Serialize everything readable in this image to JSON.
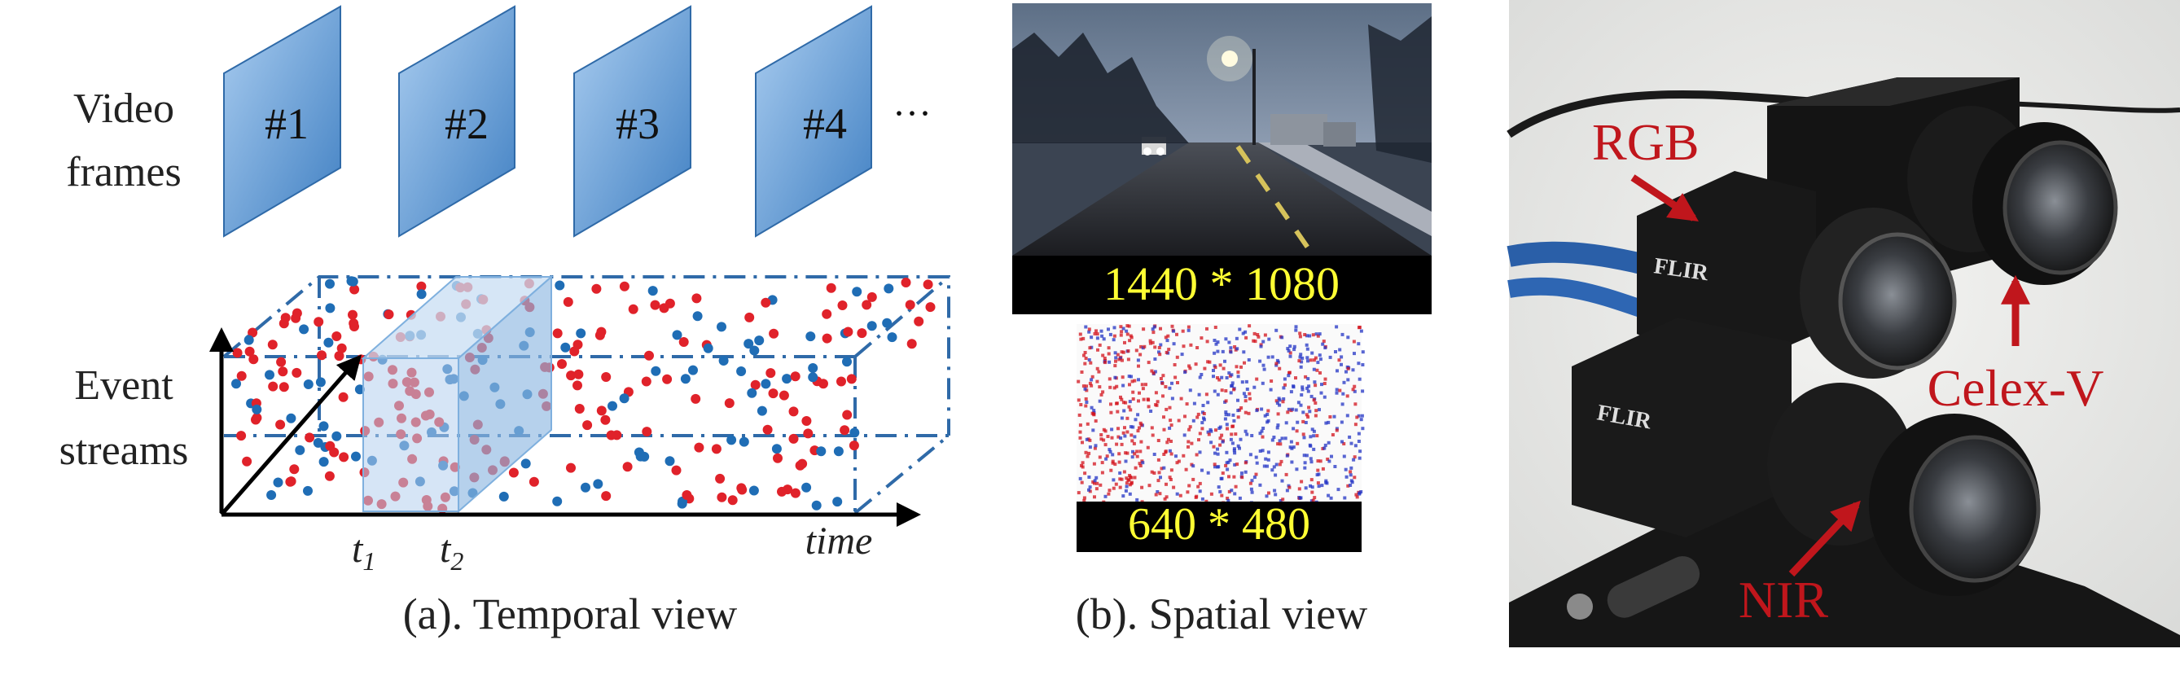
{
  "panel_a": {
    "row_label_video": [
      "Video",
      "frames"
    ],
    "frames": [
      "#1",
      "#2",
      "#3",
      "#4"
    ],
    "ellipsis": "···",
    "row_label_event": [
      "Event",
      "streams"
    ],
    "t1": {
      "base": "t",
      "sub": "1"
    },
    "t2": {
      "base": "t",
      "sub": "2"
    },
    "time_label": "time",
    "caption": "(a). Temporal view"
  },
  "panel_b": {
    "rgb_resolution": "1440 * 1080",
    "event_resolution": "640 * 480",
    "caption": "(b). Spatial view"
  },
  "panel_c": {
    "labels": {
      "rgb": "RGB",
      "celex": "Celex-V",
      "nir": "NIR"
    },
    "brand_text": "FLIR"
  },
  "colors": {
    "frame_blue": "#4f8fcf",
    "cube_blue": "#a9c9ea",
    "event_red": "#e0222a",
    "event_blue": "#1f6db5",
    "label_yellow": "#ffff33",
    "annotation_red": "#c0161c"
  }
}
